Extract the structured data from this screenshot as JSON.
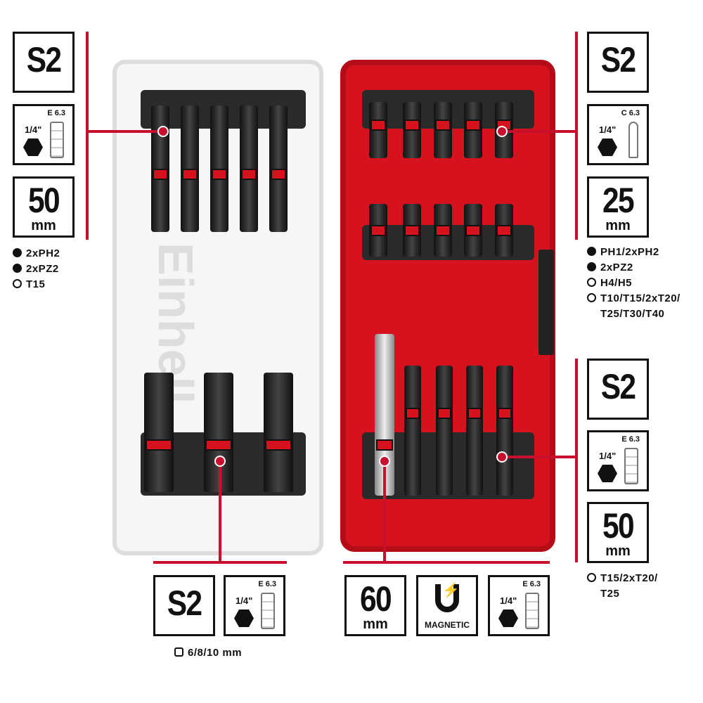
{
  "logo_text": "Einhell",
  "top_left": {
    "material": "S2",
    "bit_hex": "1/4\"",
    "shank": "E 6.3",
    "length": "50",
    "unit": "mm",
    "items": [
      {
        "icon": "phillips",
        "text": "2xPH2"
      },
      {
        "icon": "pozidriv",
        "text": "2xPZ2"
      },
      {
        "icon": "torx",
        "text": "T15"
      }
    ]
  },
  "top_right": {
    "material": "S2",
    "bit_hex": "1/4\"",
    "shank": "C 6.3",
    "length": "25",
    "unit": "mm",
    "items": [
      {
        "icon": "phillips",
        "text": "PH1/2xPH2"
      },
      {
        "icon": "pozidriv",
        "text": "2xPZ2"
      },
      {
        "icon": "hex",
        "text": "H4/H5"
      },
      {
        "icon": "torx",
        "text": "T10/T15/2xT20/"
      },
      {
        "icon": "",
        "text": "T25/T30/T40"
      }
    ]
  },
  "bottom_right": {
    "material": "S2",
    "bit_hex": "1/4\"",
    "shank": "E 6.3",
    "length": "50",
    "unit": "mm",
    "items": [
      {
        "icon": "torx",
        "text": "T15/2xT20/"
      },
      {
        "icon": "",
        "text": "T25"
      }
    ]
  },
  "bottom_left": {
    "material": "S2",
    "bit_hex": "1/4\"",
    "shank": "E 6.3",
    "items": [
      {
        "icon": "square",
        "text": "6/8/10 mm"
      }
    ]
  },
  "bottom_center": {
    "length": "60",
    "unit": "mm",
    "magnetic": "MAGNETIC",
    "bit_hex": "1/4\"",
    "shank": "E 6.3"
  },
  "colors": {
    "accent": "#c8102e",
    "case": "#d6121f"
  }
}
